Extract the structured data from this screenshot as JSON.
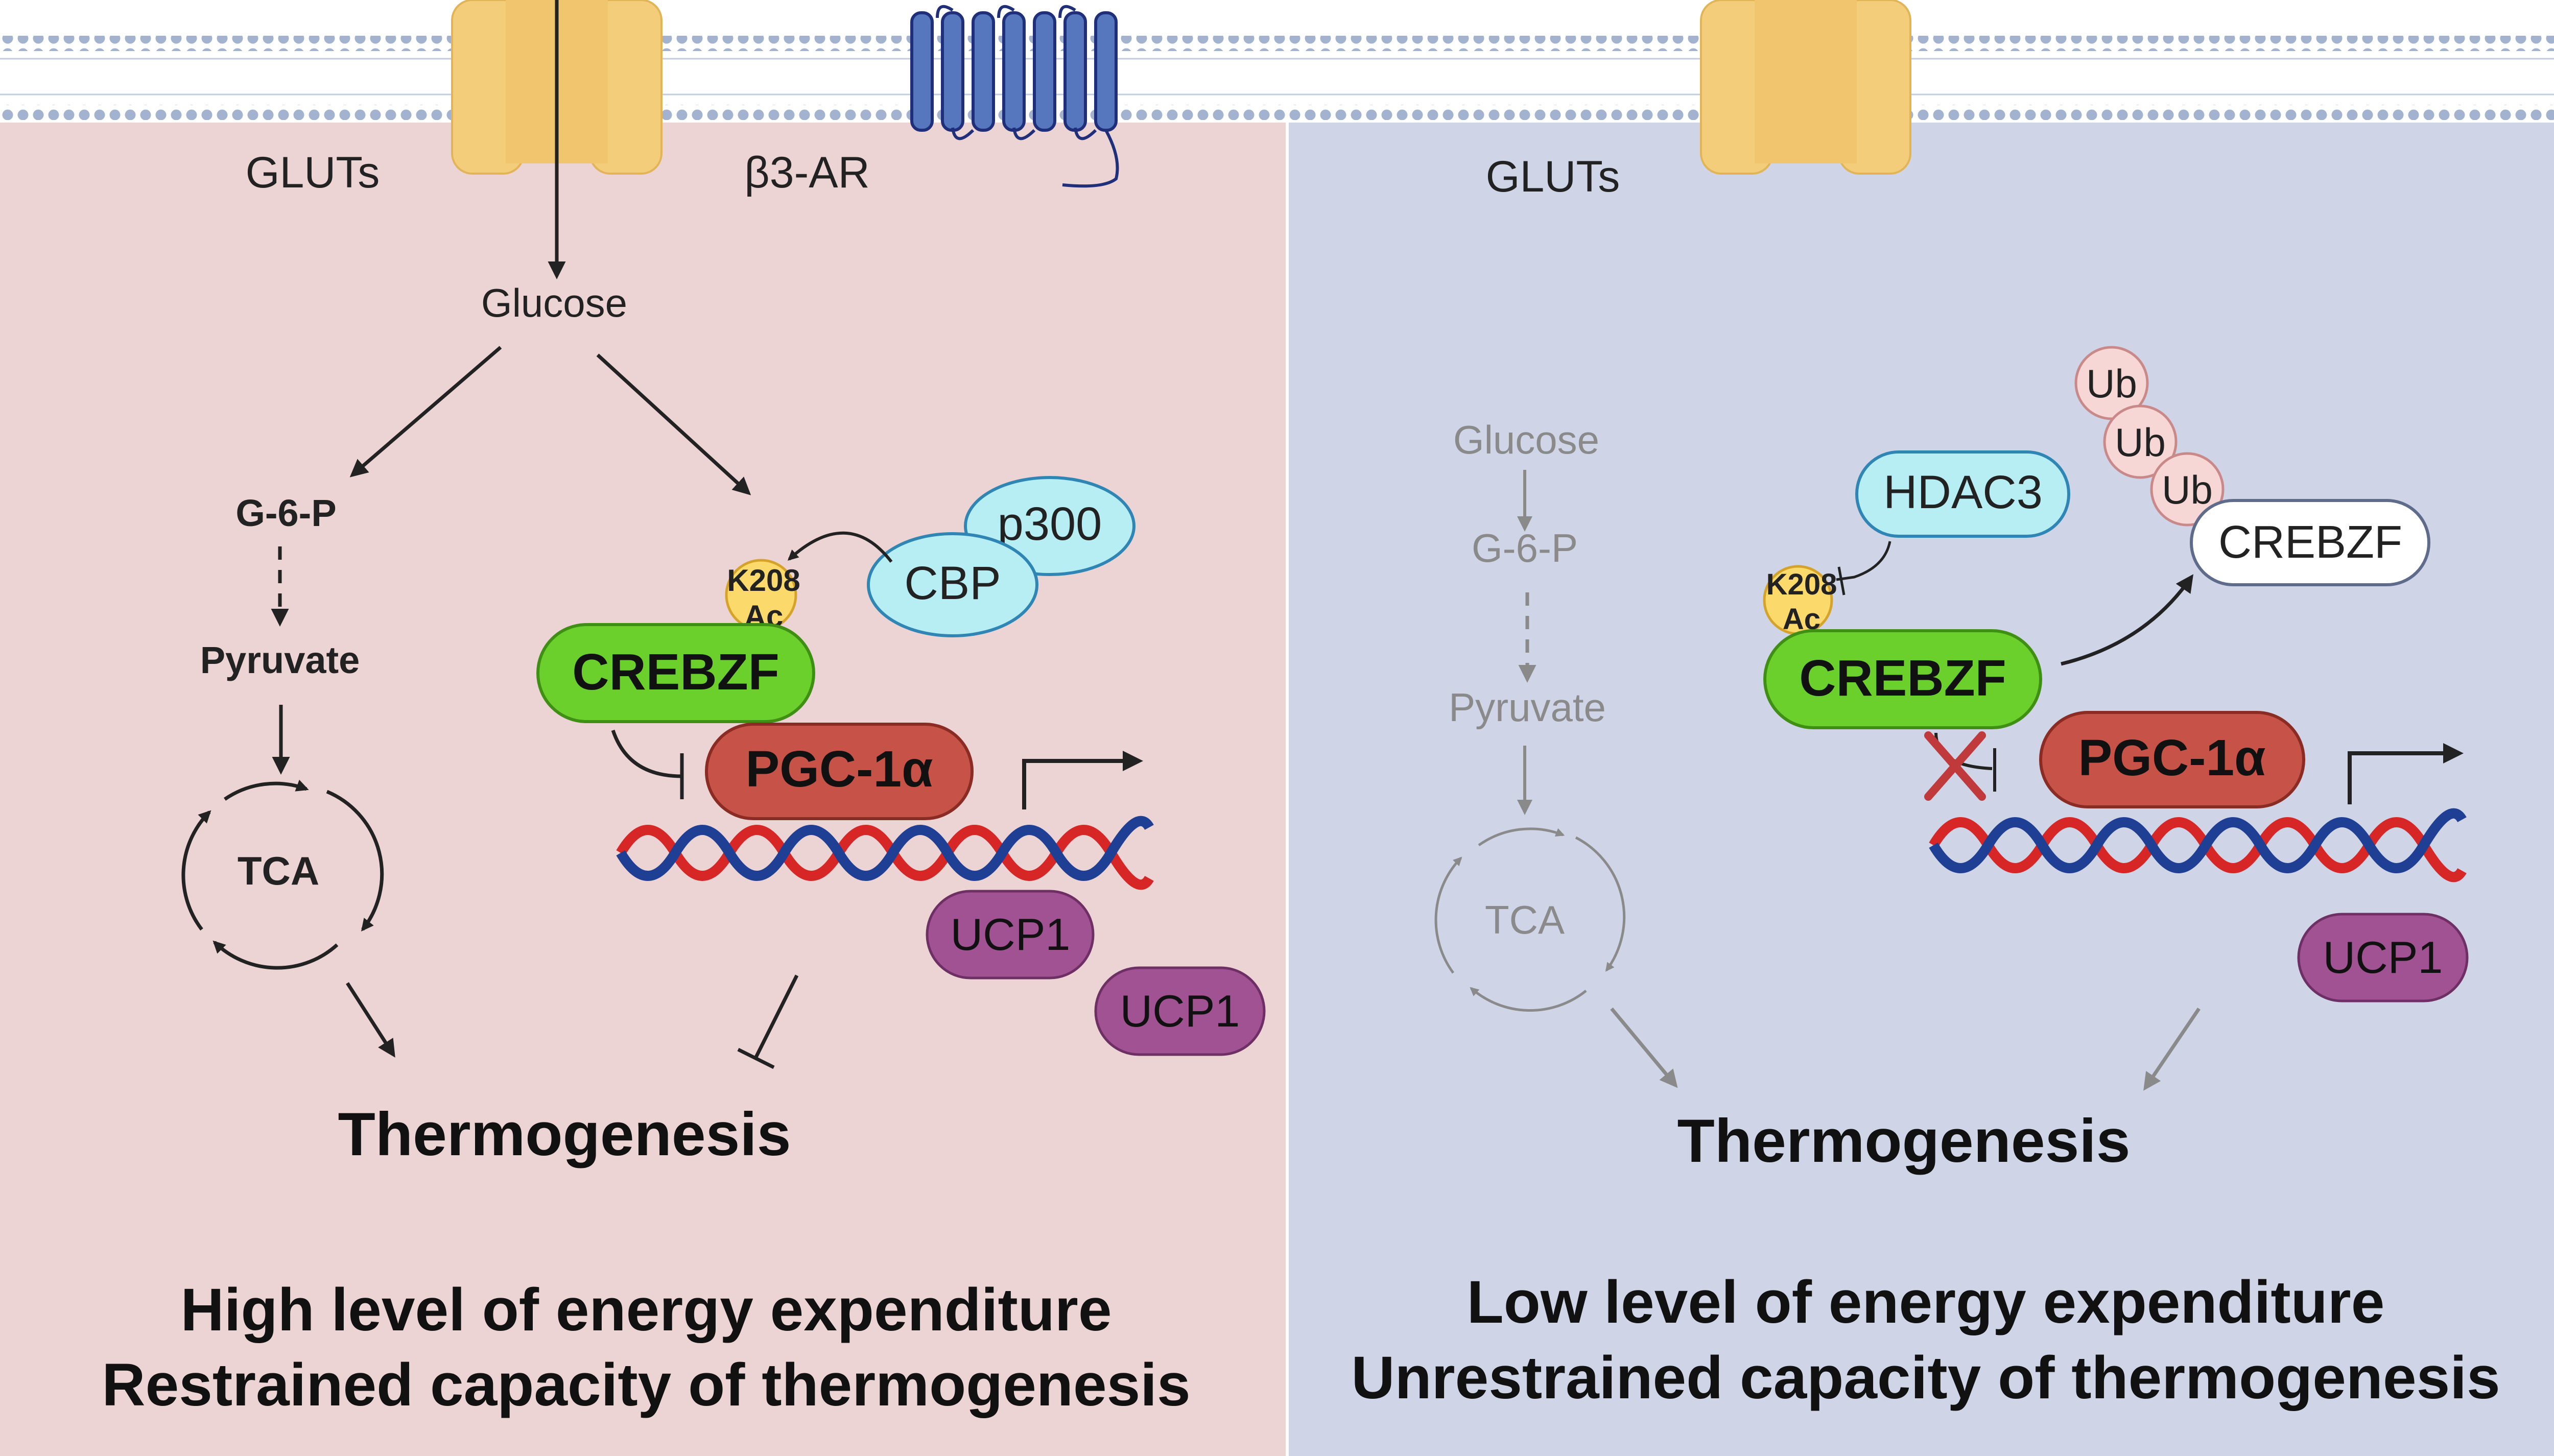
{
  "colors": {
    "left_panel": "#ecd3d4",
    "right_panel": "#cfd4e7",
    "membrane_head": "#a3b3cf",
    "glut": "#f3cd7a",
    "receptor": "#5676bd",
    "crebzf_green": "#6bcf2c",
    "pgc1a_red": "#c75248",
    "ucp1_purple": "#a05292",
    "cyan_protein": "#b6eef4",
    "ub_pink": "#f7d6d6",
    "ac_yellow": "#fbd96a",
    "dna_red": "#d62626",
    "dna_blue": "#1f3f94",
    "arrow_dark": "#222222",
    "arrow_grey": "#8a8a8a"
  },
  "left": {
    "glut_label": "GLUTs",
    "receptor_label": "β3-AR",
    "glucose": "Glucose",
    "g6p": "G-6-P",
    "pyruvate": "Pyruvate",
    "tca": "TCA",
    "p300": "p300",
    "cbp": "CBP",
    "k208": "K208",
    "ac": "Ac",
    "crebzf": "CREBZF",
    "pgc1a": "PGC-1α",
    "ucp1_a": "UCP1",
    "ucp1_b": "UCP1",
    "thermogenesis": "Thermogenesis",
    "summary_line1": "High level of energy expenditure",
    "summary_line2": "Restrained capacity of thermogenesis"
  },
  "right": {
    "glut_label": "GLUTs",
    "glucose": "Glucose",
    "g6p": "G-6-P",
    "pyruvate": "Pyruvate",
    "tca": "TCA",
    "hdac3": "HDAC3",
    "k208": "K208",
    "ac": "Ac",
    "crebzf": "CREBZF",
    "crebzf_free": "CREBZF",
    "ub1": "Ub",
    "ub2": "Ub",
    "ub3": "Ub",
    "pgc1a": "PGC-1α",
    "ucp1": "UCP1",
    "thermogenesis": "Thermogenesis",
    "summary_line1": "Low level of energy expenditure",
    "summary_line2": "Unrestrained capacity of thermogenesis"
  }
}
